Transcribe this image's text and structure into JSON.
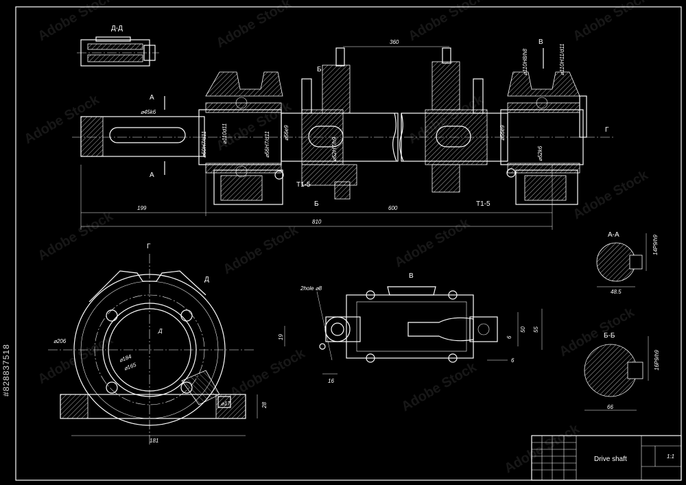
{
  "drawing": {
    "title": "Drive shaft",
    "scale": "1:1"
  },
  "sections": {
    "dd": "Д-Д",
    "aa": "А-А",
    "bb": "Б-Б",
    "view_v": "В",
    "view_g": "Г",
    "mark_a": "А",
    "mark_b": "Б",
    "mark_d": "Д"
  },
  "main_view": {
    "dim_360": "360",
    "dim_199": "199",
    "dim_600": "600",
    "dim_810": "810",
    "d45k6": "⌀45k6",
    "d50h7d11": "⌀50H7/d11",
    "d110d11": "⌀110d11",
    "d56h7d11": "⌀56H7/d11",
    "d56e9": "⌀56e9",
    "d52h7h9": "⌀52H7/h9",
    "d56e9b": "⌀56e9",
    "d52k6": "⌀52k6",
    "d110h8h8": "⌀110H8/h8",
    "d110h11d11": "⌀110H11/d11",
    "tol1": "T1-5",
    "tol2": "T1-5"
  },
  "flange_view": {
    "d206": "⌀206",
    "d184": "⌀184",
    "d165": "⌀165",
    "d17": "⌀17",
    "dim_181": "181",
    "dim_28": "28"
  },
  "view_v": {
    "holes": "2hole ⌀8",
    "dim_19": "19",
    "dim_16": "16",
    "dim_50": "50",
    "dim_55": "55",
    "dim_6a": "6",
    "dim_6b": "6"
  },
  "section_aa": {
    "width": "48.5",
    "key": "14P9/h9"
  },
  "section_bb": {
    "width": "66",
    "key": "16P9/h9"
  },
  "watermark": {
    "text": "Adobe Stock",
    "stock_id": "#828837518"
  }
}
